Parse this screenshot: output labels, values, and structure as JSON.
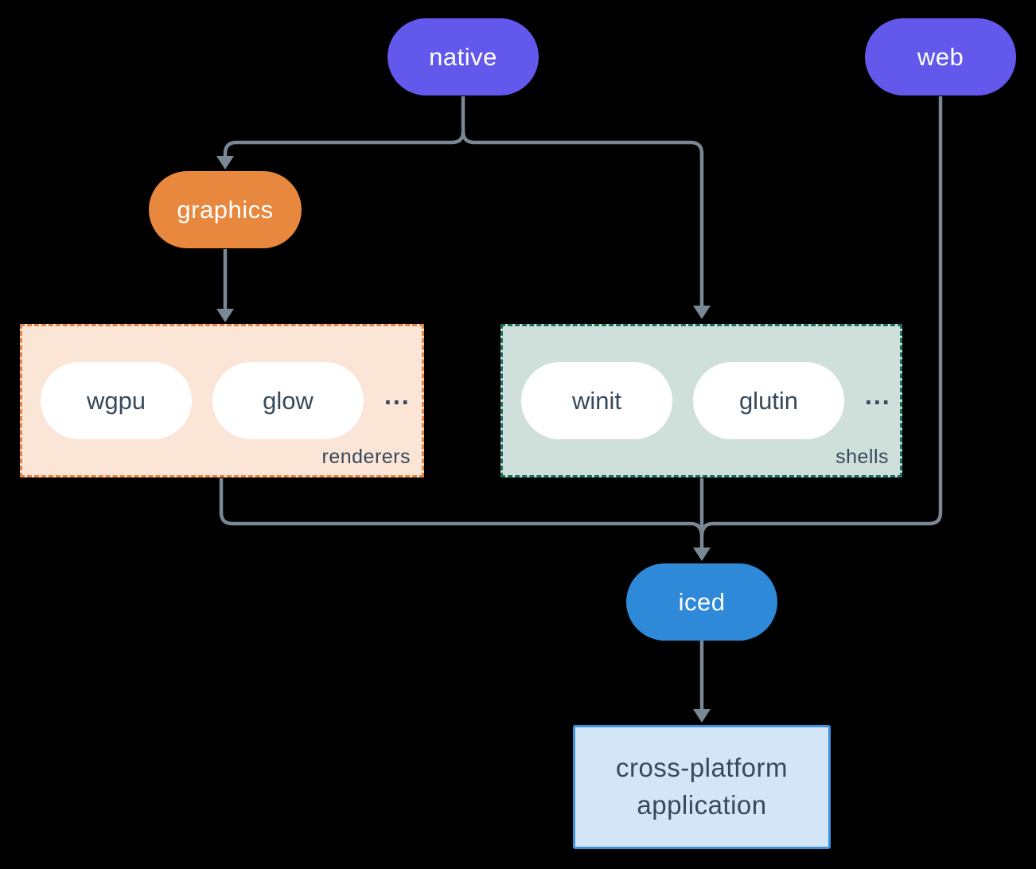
{
  "diagram": {
    "background": "#000000",
    "connector_color": "#7A8795",
    "nodes": {
      "native": {
        "label": "native",
        "color": "#6258EB",
        "text_color": "#FFFFFF"
      },
      "web": {
        "label": "web",
        "color": "#6258EB",
        "text_color": "#FFFFFF"
      },
      "graphics": {
        "label": "graphics",
        "color": "#E8883E",
        "text_color": "#FFFFFF"
      },
      "iced": {
        "label": "iced",
        "color": "#2E89D8",
        "text_color": "#FFFFFF"
      },
      "application": {
        "lines": [
          "cross-platform",
          "application"
        ],
        "fill": "#D4E5F7",
        "border": "#3C92E0",
        "text_color": "#37495A"
      }
    },
    "groups": {
      "renderers": {
        "label": "renderers",
        "items": [
          "wgpu",
          "glow",
          "..."
        ],
        "fill": "#FAE5D6",
        "border": "#E8823C",
        "item_text_color": "#37495A"
      },
      "shells": {
        "label": "shells",
        "items": [
          "winit",
          "glutin",
          "..."
        ],
        "fill": "#CFE0DB",
        "border": "#1E6F63",
        "item_text_color": "#37495A"
      }
    },
    "edges": [
      {
        "from": "native",
        "to": "graphics"
      },
      {
        "from": "native",
        "to": "shells"
      },
      {
        "from": "graphics",
        "to": "renderers"
      },
      {
        "from": "renderers",
        "to": "iced"
      },
      {
        "from": "shells",
        "to": "iced"
      },
      {
        "from": "web",
        "to": "iced"
      },
      {
        "from": "iced",
        "to": "application"
      }
    ]
  }
}
